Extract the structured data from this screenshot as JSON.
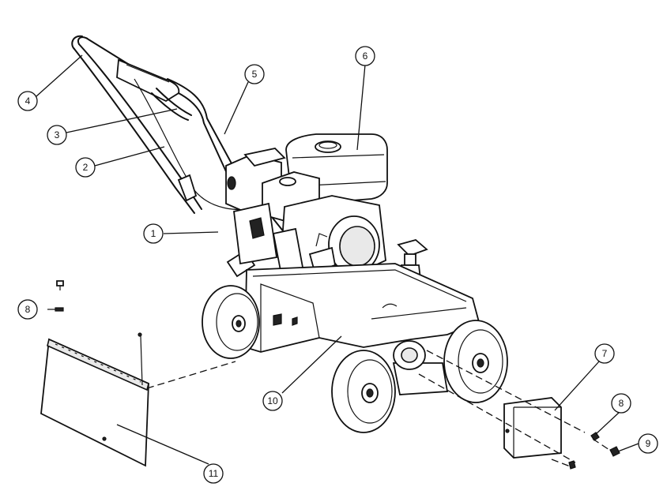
{
  "callouts": [
    {
      "label": "1"
    },
    {
      "label": "2"
    },
    {
      "label": "3"
    },
    {
      "label": "4"
    },
    {
      "label": "5"
    },
    {
      "label": "6"
    },
    {
      "label": "7"
    },
    {
      "label": "8"
    },
    {
      "label": "8"
    },
    {
      "label": "9"
    },
    {
      "label": "10"
    },
    {
      "label": "11"
    }
  ]
}
